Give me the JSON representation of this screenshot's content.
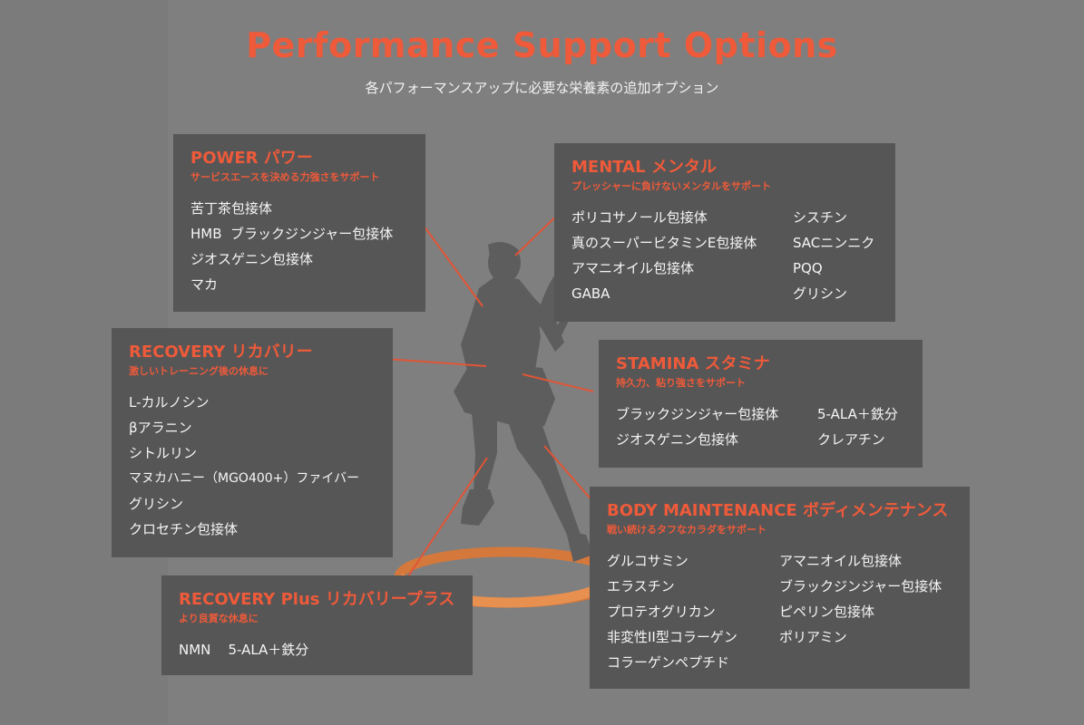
{
  "accent": "#ee5a3a",
  "ring_color": "#e58a4a",
  "title": "Performance Support Options",
  "subtitle": "各パフォーマンスアップに必要な栄養素の追加オプション",
  "power": {
    "heading": "POWER パワー",
    "sub": "サービスエースを決める力強さをサポート",
    "items": [
      "苦丁茶包接体",
      "HMB  ブラックジンジャー包接体",
      "ジオスゲニン包接体",
      "マカ"
    ]
  },
  "mental": {
    "heading": "MENTAL メンタル",
    "sub": "プレッシャーに負けないメンタルをサポート",
    "items": [
      "ポリコサノール包接体",
      "シスチン",
      "真のスーパービタミンE包接体",
      "SACニンニク",
      "アマニオイル包接体",
      "PQQ",
      "GABA",
      "グリシン"
    ]
  },
  "recovery": {
    "heading": "RECOVERY リカバリー",
    "sub": "激しいトレーニング後の休息に",
    "items": [
      "L-カルノシン",
      "βアラニン",
      "シトルリン",
      "マヌカハニー（MGO400+）ファイバー",
      "グリシン",
      "クロセチン包接体"
    ]
  },
  "stamina": {
    "heading": "STAMINA スタミナ",
    "sub": "持久力、粘り強さをサポート",
    "items": [
      "ブラックジンジャー包接体",
      "5-ALA＋鉄分",
      "ジオスゲニン包接体",
      "クレアチン"
    ]
  },
  "body": {
    "heading": "BODY MAINTENANCE ボディメンテナンス",
    "sub": "戦い続けるタフなカラダをサポート",
    "items": [
      "グルコサミン",
      "アマニオイル包接体",
      "エラスチン",
      "ブラックジンジャー包接体",
      "プロテオグリカン",
      "ピペリン包接体",
      "非変性II型コラーゲン",
      "ポリアミン",
      "コラーゲンペプチド"
    ]
  },
  "recovery_plus": {
    "heading": "RECOVERY Plus リカバリープラス",
    "sub": "より良質な休息に",
    "items": [
      "NMN    5-ALA＋鉄分"
    ]
  }
}
